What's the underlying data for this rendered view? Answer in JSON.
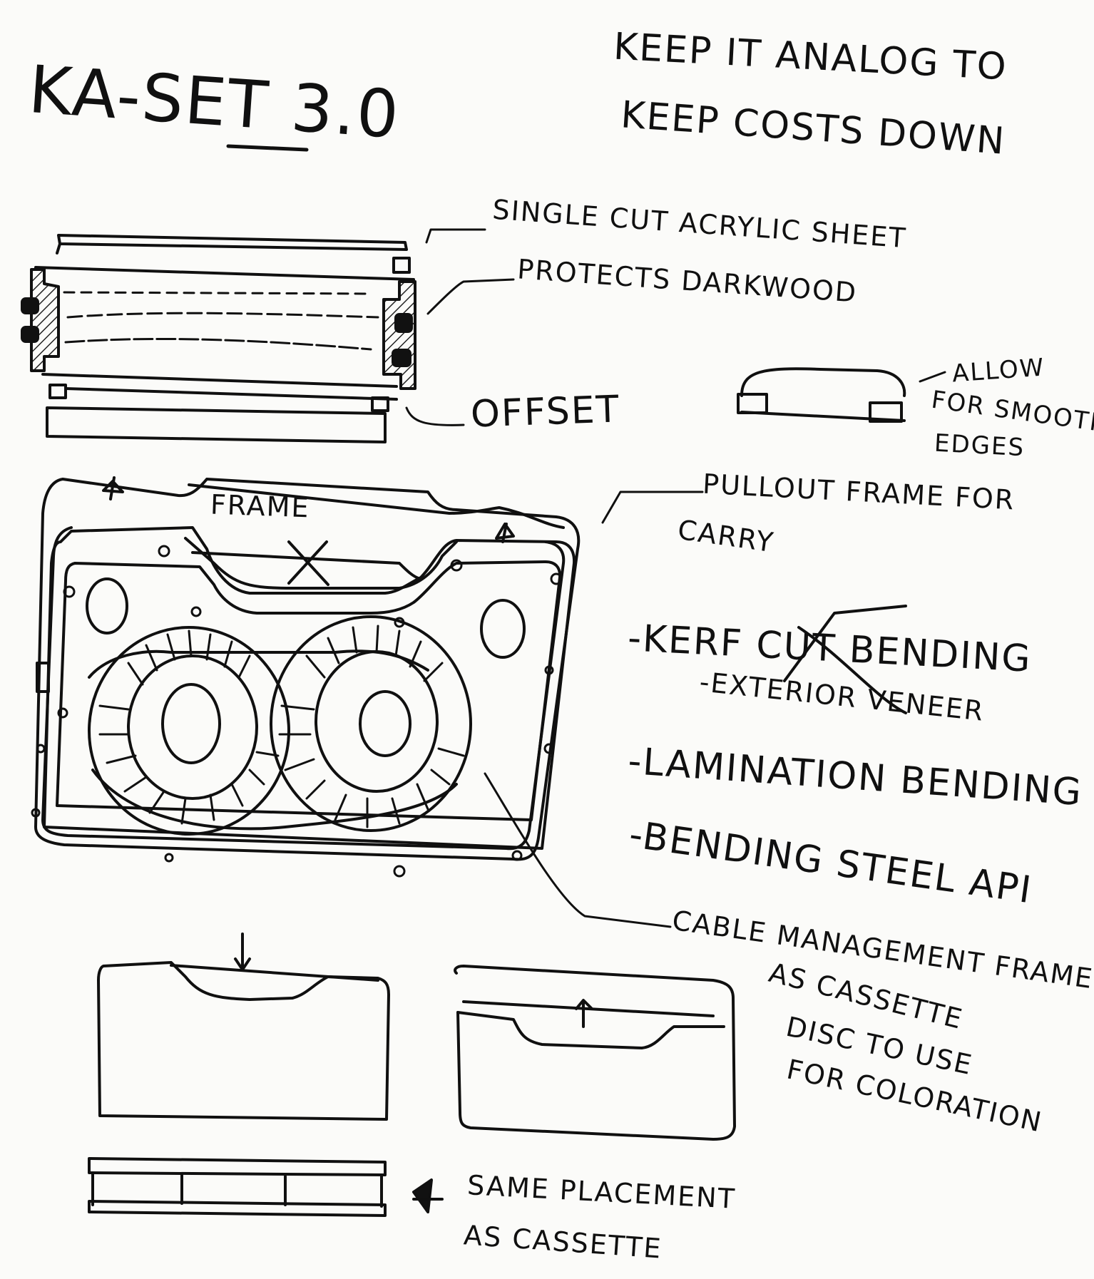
{
  "title": "KA-SET 3.0",
  "goal": [
    "KEEP IT ANALOG TO",
    "KEEP COSTS DOWN"
  ],
  "layer_labels": {
    "acrylic": "SINGLE CUT ACRYLIC SHEET",
    "darkwood": "PROTECTS DARKWOOD",
    "offset": "OFFSET",
    "allow": [
      "ALLOW",
      "FOR SMOOTH",
      "EDGES"
    ]
  },
  "frame": {
    "frame_label": "FRAME",
    "pullout_label": [
      "PULLOUT FRAME FOR",
      "CARRY"
    ]
  },
  "methods": {
    "kerf": "-KERF CUT BENDING",
    "exterior": "-EXTERIOR VENEER",
    "lamination": "-LAMINATION BENDING",
    "steel": "-BENDING STEEL API"
  },
  "cable_note": [
    "CABLE MANAGEMENT FRAME",
    "AS CASSETTE",
    "DISC TO USE",
    "FOR COLORATION"
  ],
  "placement_note": [
    "SAME PLACEMENT",
    "AS CASSETTE"
  ],
  "colors": {
    "ink": "#101010",
    "paper": "#fbfbf9",
    "hatch": "#222222"
  }
}
